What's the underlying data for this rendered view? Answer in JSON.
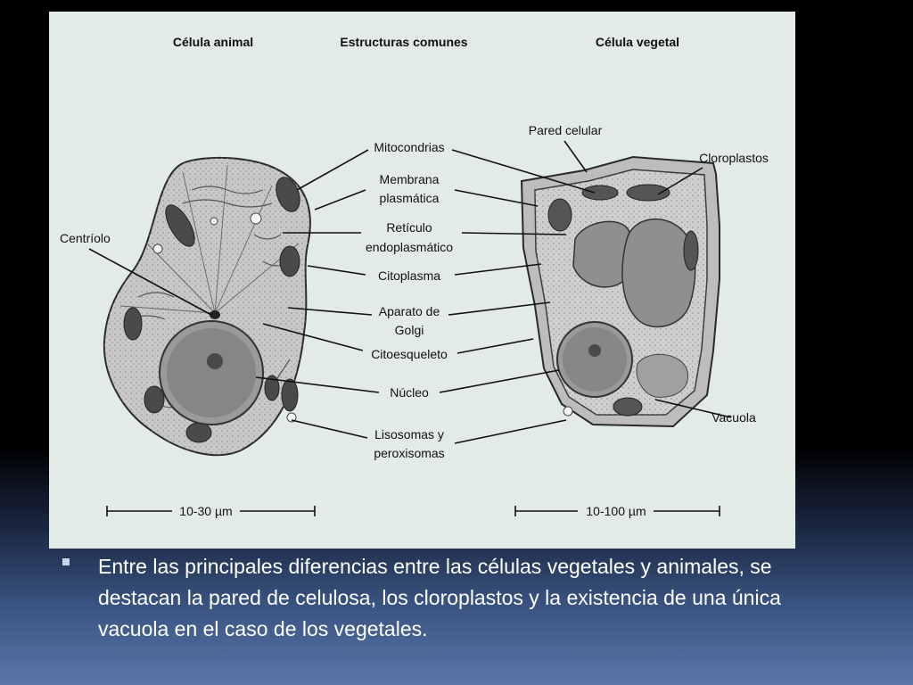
{
  "figure": {
    "headers": {
      "animal": "Célula animal",
      "common": "Estructuras comunes",
      "plant": "Célula vegetal"
    },
    "labels": {
      "mitocondrias": "Mitocondrias",
      "membrana_1": "Membrana",
      "membrana_2": "plasmática",
      "reticulo_1": "Retículo",
      "reticulo_2": "endoplasmático",
      "citoplasma": "Citoplasma",
      "golgi_1": "Aparato de",
      "golgi_2": "Golgi",
      "citoesqueleto": "Citoesqueleto",
      "nucleo": "Núcleo",
      "lisosomas_1": "Lisosomas y",
      "lisosomas_2": "peroxisomas",
      "centriolo": "Centríolo",
      "pared": "Pared celular",
      "cloroplastos": "Cloroplastos",
      "vacuola": "Vacuola"
    },
    "scales": {
      "animal": "10-30 µm",
      "plant": "10-100 µm"
    }
  },
  "bullet": {
    "text": "Entre las principales diferencias entre las células vegetales y animales, se destacan la pared de celulosa, los cloroplastos y la existencia de una única vacuola en el caso de los vegetales."
  },
  "colors": {
    "figure_background": "#e2ebe6",
    "slide_background_top": "#000000",
    "slide_background_bottom": "#5a77a8",
    "text": "#ffffff"
  }
}
